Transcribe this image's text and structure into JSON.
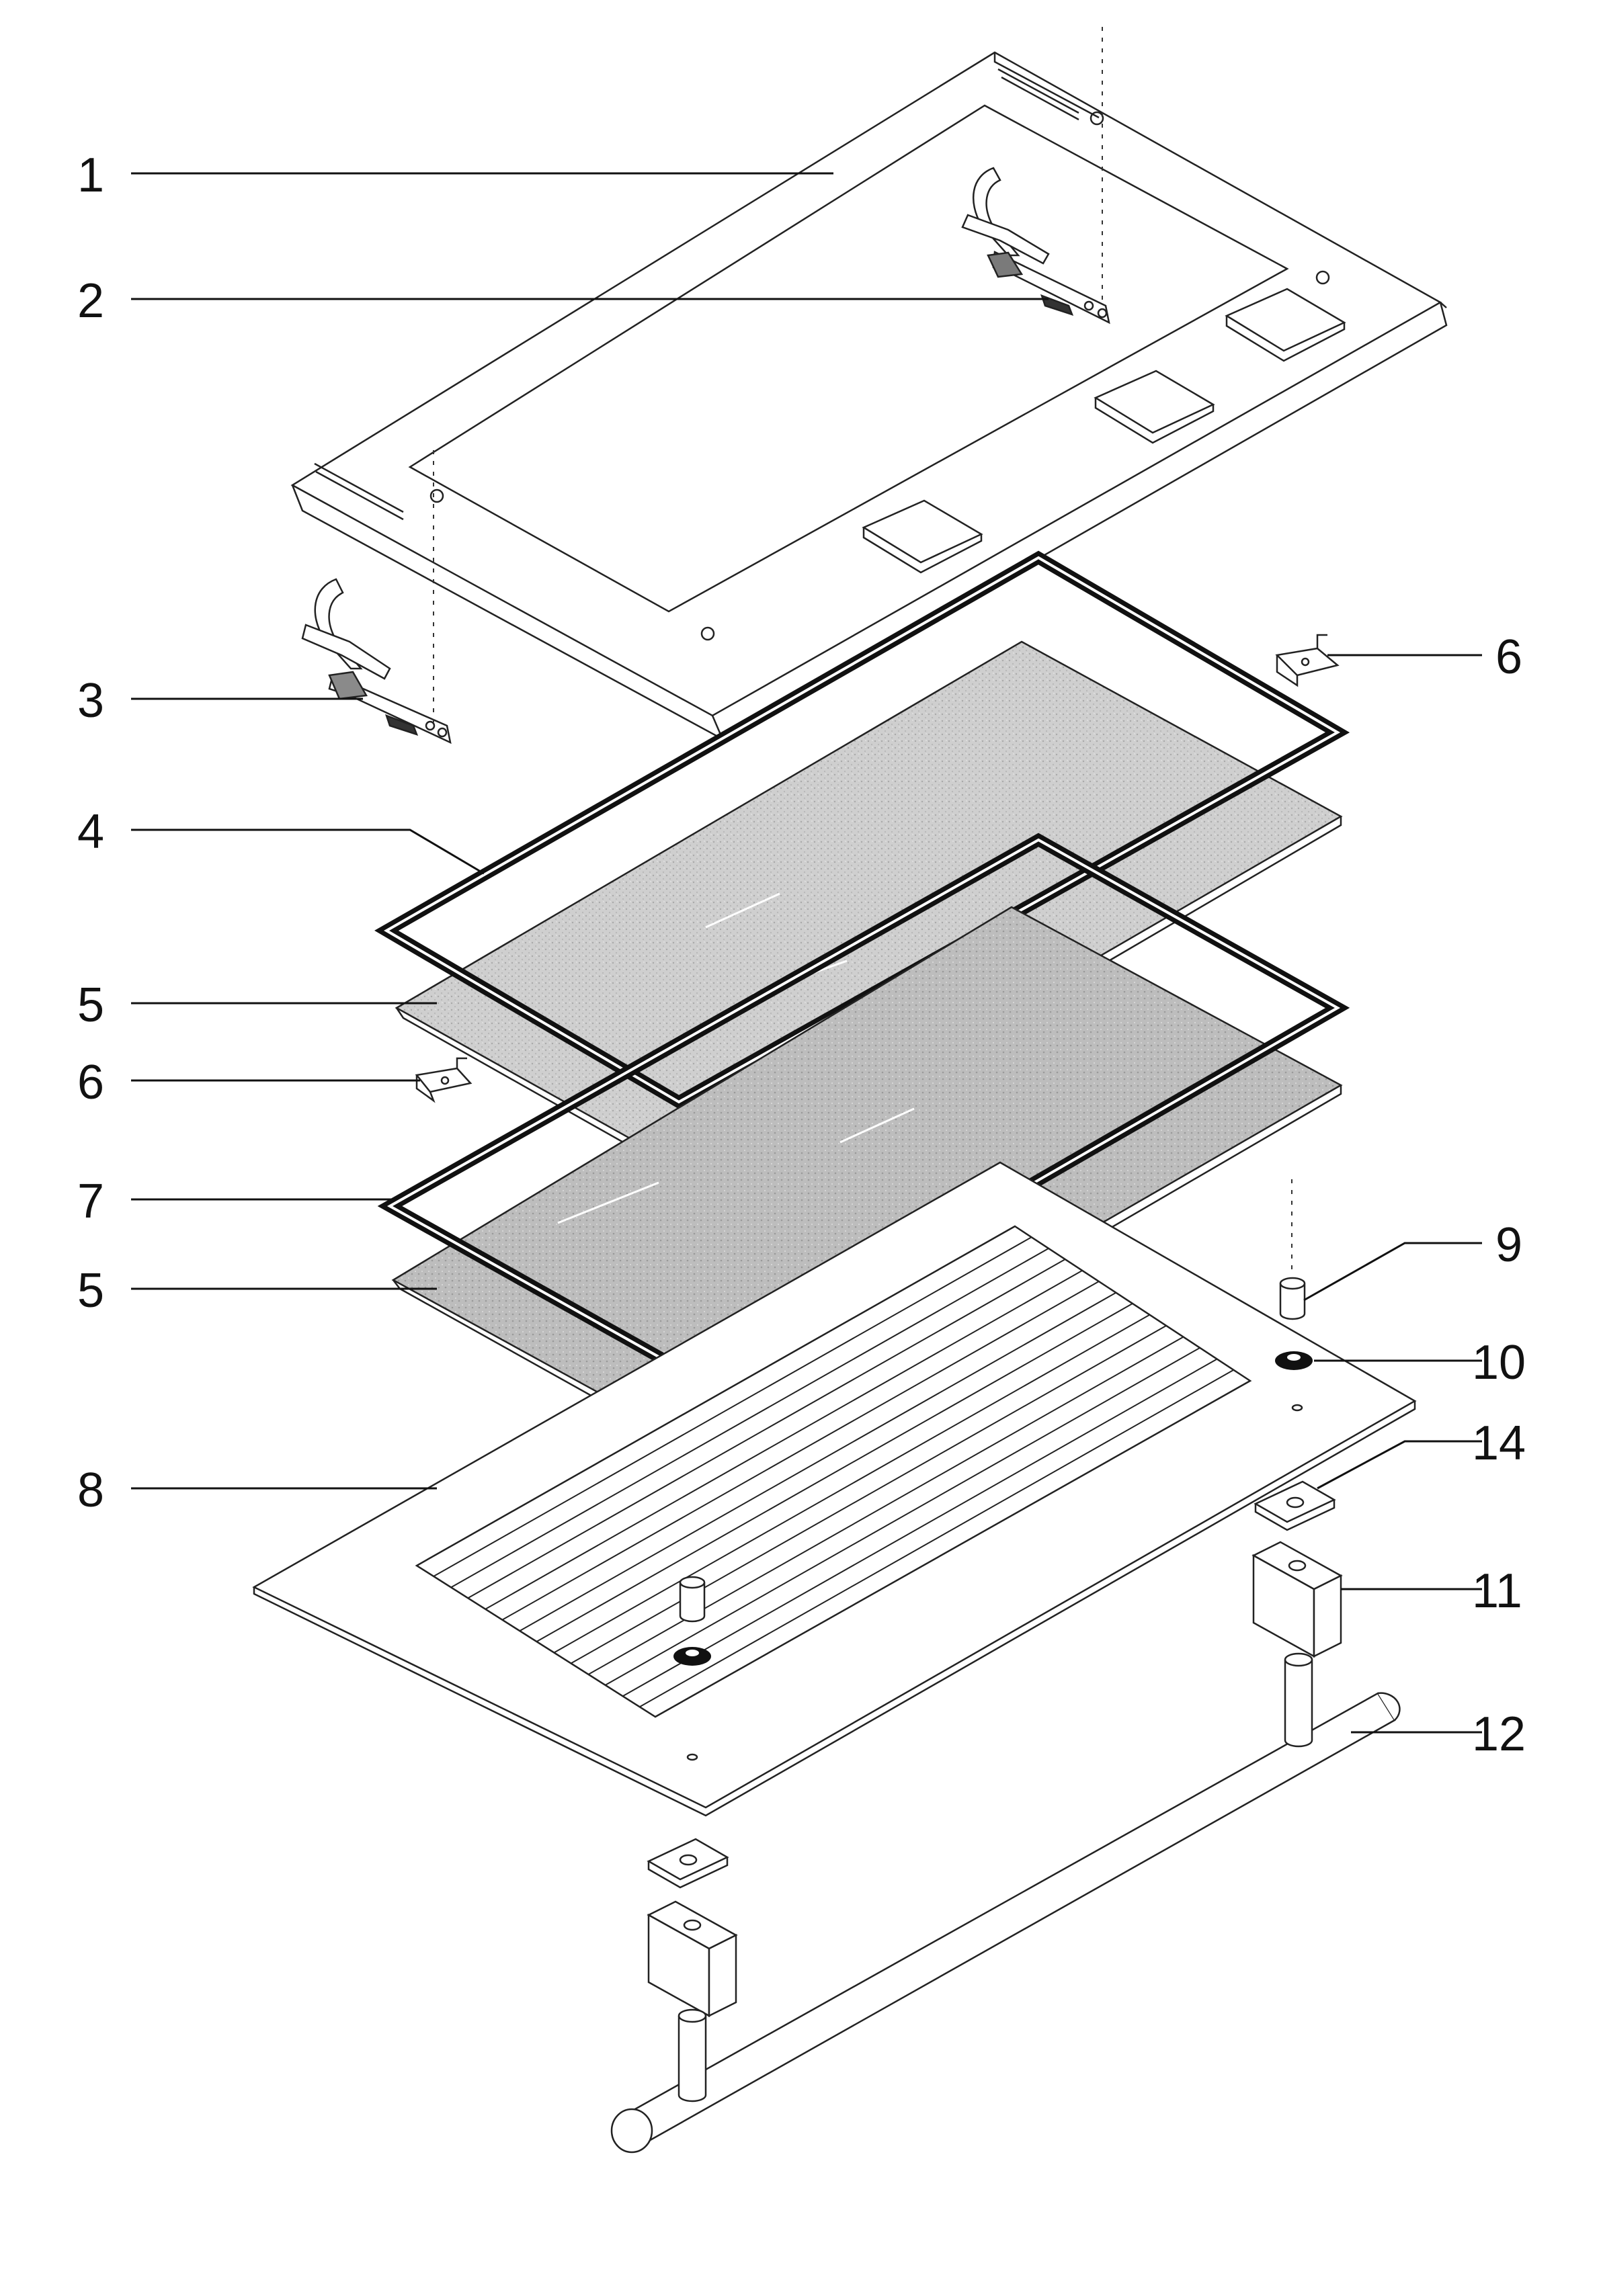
{
  "callouts": [
    {
      "id": "c1",
      "label": "1"
    },
    {
      "id": "c2",
      "label": "2"
    },
    {
      "id": "c3",
      "label": "3"
    },
    {
      "id": "c4",
      "label": "4"
    },
    {
      "id": "c5a",
      "label": "5"
    },
    {
      "id": "c5b",
      "label": "5"
    },
    {
      "id": "c6a",
      "label": "6"
    },
    {
      "id": "c6b",
      "label": "6"
    },
    {
      "id": "c7",
      "label": "7"
    },
    {
      "id": "c8",
      "label": "8"
    },
    {
      "id": "c9",
      "label": "9"
    },
    {
      "id": "c10",
      "label": "10"
    },
    {
      "id": "c11",
      "label": "11"
    },
    {
      "id": "c12",
      "label": "12"
    },
    {
      "id": "c14",
      "label": "14"
    }
  ]
}
